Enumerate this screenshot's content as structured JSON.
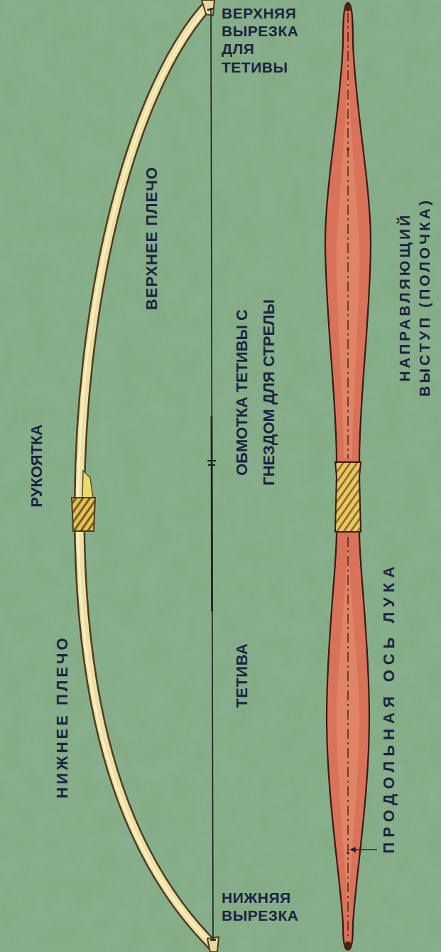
{
  "diagram": {
    "labels": [
      "ВЕРХНЯЯ ВЫРЕЗКА ДЛЯ ТЕТИВЫ",
      "ВЕРХНЕЕ ПЛЕЧО",
      "НАПРАВЛЯЮЩИЙ ВЫСТУП (ПОЛОЧКА)",
      "ОБМОТКА ТЕТИВЫ С ГНЕЗДОМ ДЛЯ СТРЕЛЫ",
      "РУКОЯТКА",
      "ТЕТИВА",
      "НИЖНЕЕ ПЛЕЧО",
      "ПРОДОЛЬНАЯ ОСЬ ЛУКА",
      "НИЖНЯЯ ВЫРЕЗКА"
    ]
  }
}
